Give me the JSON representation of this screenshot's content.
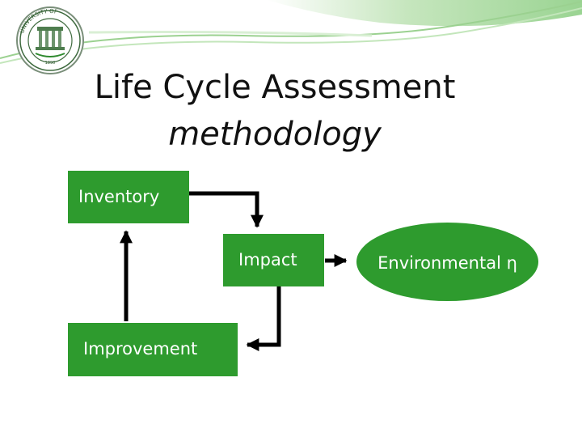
{
  "slide": {
    "title_line1": "Life Cycle Assessment",
    "title_line2": "methodology"
  },
  "diagram": {
    "inventory": "Inventory",
    "impact": "Impact",
    "improvement": "Improvement",
    "environmental": "Environmental η"
  },
  "colors": {
    "box_green": "#2e9b2e",
    "arrow": "#000000",
    "header_green": "#a8d8a0"
  },
  "logo": {
    "icon": "university-seal-icon",
    "text": "UNIVERSITY OF"
  }
}
